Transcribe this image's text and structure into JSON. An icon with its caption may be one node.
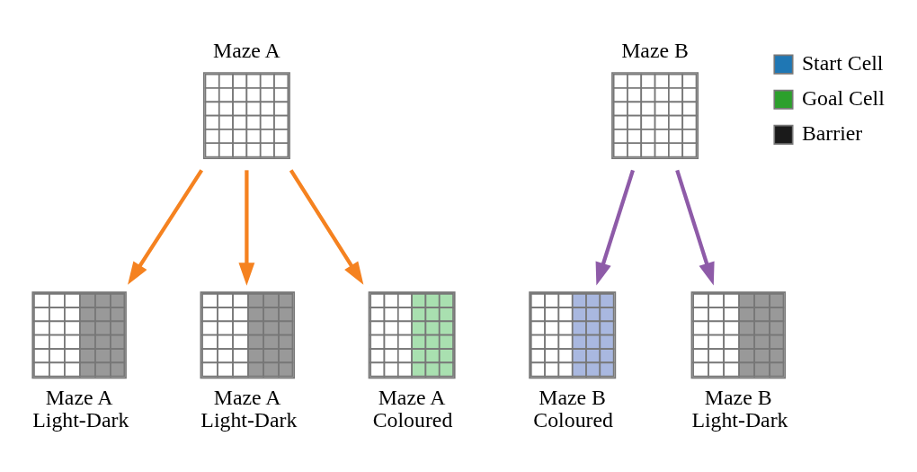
{
  "diagram": {
    "nodes": [
      {
        "text": [
          "Maze A"
        ]
      },
      {
        "text": [
          "Maze B"
        ]
      },
      {
        "text": [
          "Maze A",
          "Light-Dark"
        ]
      },
      {
        "text": [
          "Maze B",
          "Coloured"
        ]
      },
      {
        "text": [
          "Maze A",
          "Light-Dark"
        ]
      },
      {
        "text": [
          "Maze B",
          "Light-Dark"
        ]
      },
      {
        "text": [
          "Maze A",
          "Coloured"
        ]
      }
    ],
    "edges": [
      {
        "from": 0,
        "to": 2,
        "arrow": "to"
      },
      {
        "from": 1,
        "to": 3,
        "arrow": "to",
        "color": "#8e5ba8"
      },
      {
        "from": 0,
        "to": 4,
        "arrow": "to"
      },
      {
        "from": 1,
        "to": 5,
        "arrow": "to",
        "color": "#8e5ba8"
      },
      {
        "from": 0,
        "to": 6,
        "arrow": "to"
      }
    ],
    "legend": [
      {
        "text": "Start Cell",
        "color": "#1f77b4"
      },
      {
        "text": "Goal Cell",
        "color": "#2ca02c"
      },
      {
        "text": "Barrier",
        "color": "#1a1a1a"
      }
    ]
  }
}
